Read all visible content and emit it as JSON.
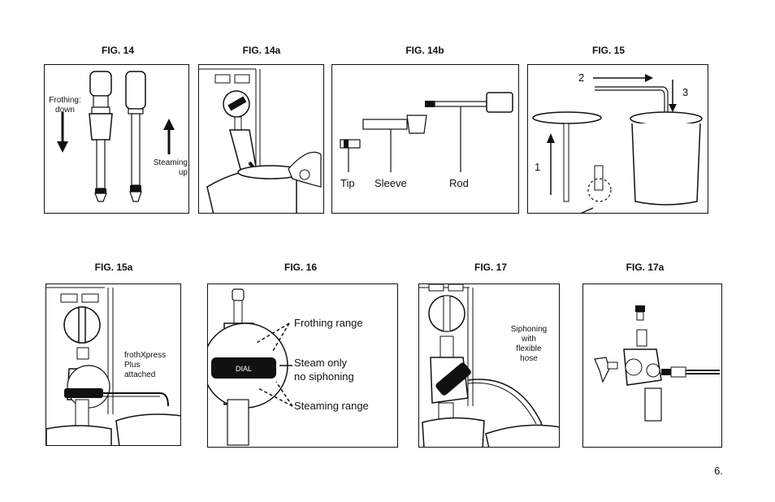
{
  "figures": {
    "fig14": {
      "caption": "FIG. 14",
      "frothing": "Frothing:\ndown",
      "steaming": "Steaming\nup"
    },
    "fig14a": {
      "caption": "FIG. 14a"
    },
    "fig14b": {
      "caption": "FIG. 14b",
      "tip": "Tip",
      "sleeve": "Sleeve",
      "rod": "Rod"
    },
    "fig15": {
      "caption": "FIG. 15",
      "step1": "1",
      "step2": "2",
      "step3": "3"
    },
    "fig15a": {
      "caption": "FIG. 15a",
      "note": "frothXpress\nPlus\nattached"
    },
    "fig16": {
      "caption": "FIG. 16",
      "frothing_range": "Frothing range",
      "steam_only": "Steam only\nno siphoning",
      "steaming_range": "Steaming range",
      "dial": "DIAL"
    },
    "fig17": {
      "caption": "FIG. 17",
      "note": "Siphoning\nwith\nflexible\nhose"
    },
    "fig17a": {
      "caption": "FIG. 17a"
    }
  },
  "page_number": "6."
}
